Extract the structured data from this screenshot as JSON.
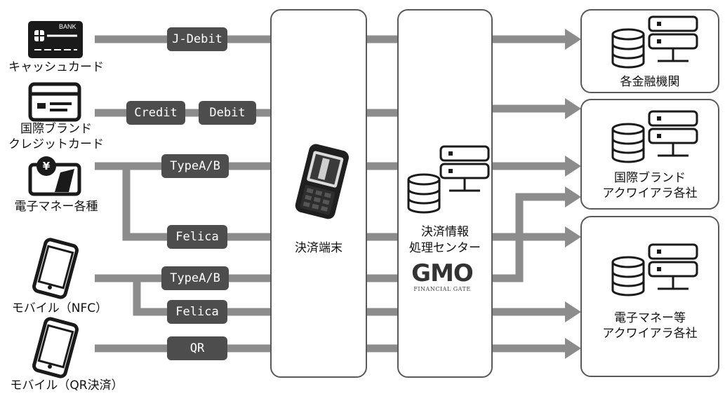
{
  "sources": {
    "cash_card": "キャッシュカード",
    "credit_card_line1": "国際ブランド",
    "credit_card_line2": "クレジットカード",
    "emoney": "電子マネー各種",
    "mobile_nfc": "モバイル（NFC）",
    "mobile_qr": "モバイル（QR決済）"
  },
  "card_icon_text": "BANK",
  "yen_symbol": "¥",
  "tags": {
    "jdebit": "J-Debit",
    "credit": "Credit",
    "debit": "Debit",
    "typeab_emoney": "TypeA/B",
    "felica_emoney": "Felica",
    "typeab_mobile": "TypeA/B",
    "felica_mobile": "Felica",
    "qr": "QR"
  },
  "terminal": {
    "label": "決済端末"
  },
  "center": {
    "line1": "決済情報",
    "line2": "処理センター",
    "logo": "GMO",
    "logo_sub": "FINANCIAL GATE"
  },
  "destinations": {
    "banks": "各金融機関",
    "brand_line1": "国際ブランド",
    "brand_line2": "アクワイアラ各社",
    "emoney_line1": "電子マネー等",
    "emoney_line2": "アクワイアラ各社"
  },
  "colors": {
    "line": "#8c8c8c",
    "tag": "#4d4d4d",
    "border": "#5a5a5a",
    "icon": "#1a1a1a"
  }
}
